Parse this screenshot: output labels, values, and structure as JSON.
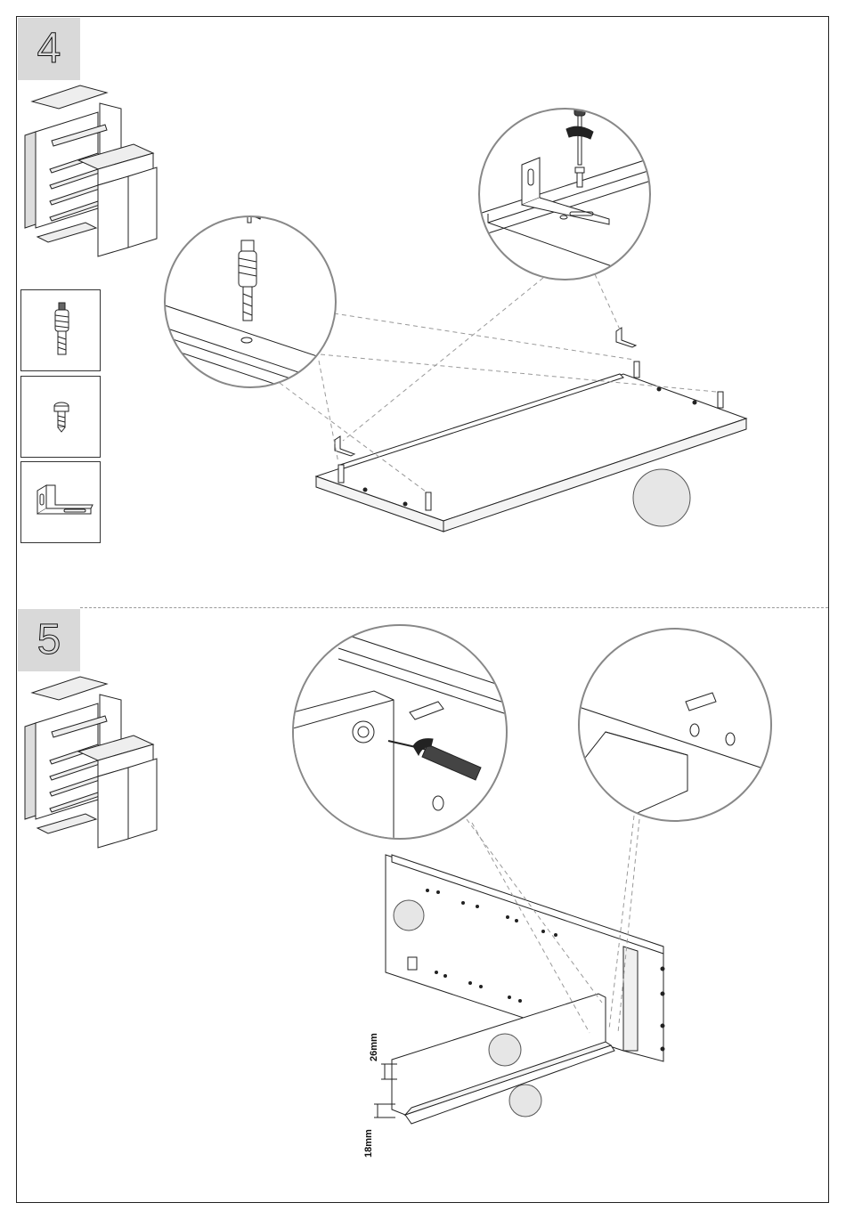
{
  "steps": [
    {
      "number": "4"
    },
    {
      "number": "5"
    }
  ],
  "parts": [
    {
      "icon": "cam-dowel-icon"
    },
    {
      "icon": "screw-icon"
    },
    {
      "icon": "angle-bracket-icon"
    }
  ],
  "dimensions": {
    "upper": "26mm",
    "lower": "18mm"
  }
}
